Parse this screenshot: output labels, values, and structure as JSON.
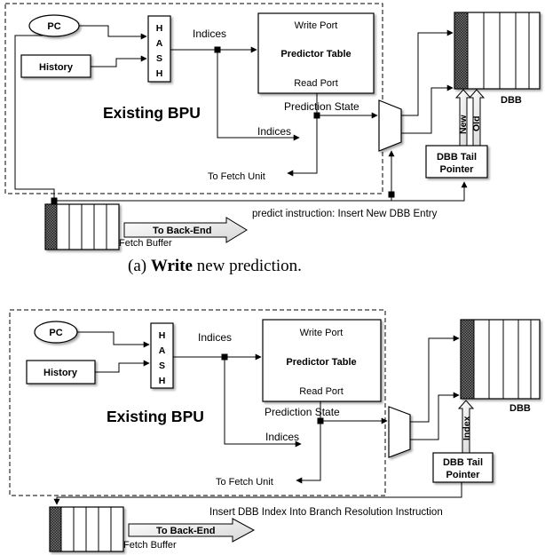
{
  "panel_a": {
    "caption_prefix": "(a) ",
    "caption_bold": "Write",
    "caption_rest": " new prediction.",
    "pc": "PC",
    "history": "History",
    "hash": [
      "H",
      "A",
      "S",
      "H"
    ],
    "indices_top": "Indices",
    "indices_bottom": "Indices",
    "write_port": "Write Port",
    "predictor_table": "Predictor Table",
    "read_port": "Read Port",
    "prediction_state": "Prediction State",
    "existing_bpu": "Existing BPU",
    "to_fetch_unit": "To Fetch Unit",
    "dbb": "DBB",
    "dbb_tail_1": "DBB Tail",
    "dbb_tail_2": "Pointer",
    "new_label": "New",
    "old_label": "Old",
    "predict_instruction": "predict instruction: Insert New DBB Entry",
    "to_back_end": "To Back-End",
    "fetch_buffer": "Fetch Buffer"
  },
  "panel_b": {
    "pc": "PC",
    "history": "History",
    "hash": [
      "H",
      "A",
      "S",
      "H"
    ],
    "indices_top": "Indices",
    "indices_bottom": "Indices",
    "write_port": "Write Port",
    "predictor_table": "Predictor Table",
    "read_port": "Read Port",
    "prediction_state": "Prediction State",
    "existing_bpu": "Existing BPU",
    "to_fetch_unit": "To Fetch Unit",
    "dbb": "DBB",
    "dbb_tail_1": "DBB Tail",
    "dbb_tail_2": "Pointer",
    "index_label": "Index",
    "insert_label": "Insert DBB Index Into Branch Resolution Instruction",
    "to_back_end": "To Back-End",
    "fetch_buffer": "Fetch Buffer"
  }
}
